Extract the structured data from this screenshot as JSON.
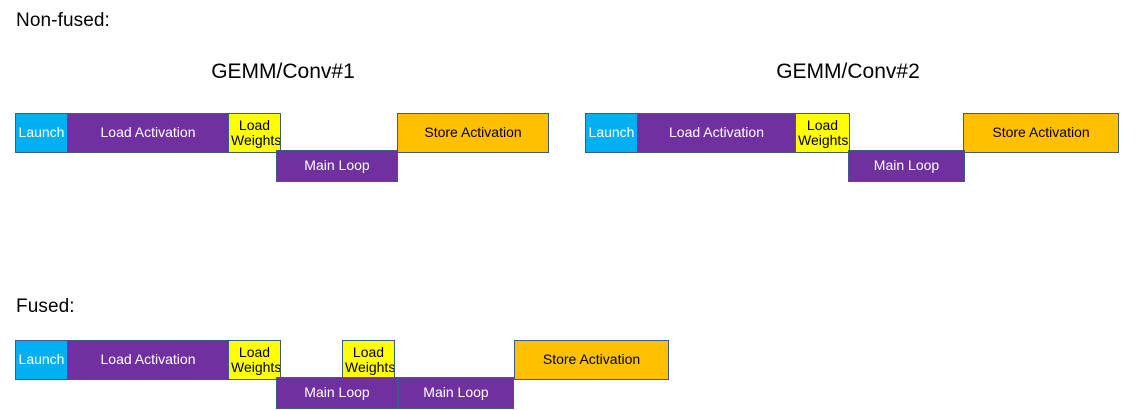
{
  "diagram": {
    "title_colors": {
      "launch": "#00B0F0",
      "purple": "#7030A0",
      "yellow": "#FFFF00",
      "orange": "#FFC000",
      "border": "#3C5A8A",
      "background": "#FFFFFF",
      "text_dark": "#000000",
      "text_light": "#FFFFFF"
    },
    "sections": [
      {
        "label": "Non-fused:",
        "groups": [
          {
            "title": "GEMM/Conv#1"
          },
          {
            "title": "GEMM/Conv#2"
          }
        ]
      },
      {
        "label": "Fused:",
        "groups": []
      }
    ],
    "bars": {
      "nonfused_1": {
        "launch": "Launch",
        "load_activation": "Load Activation",
        "load_weights": "Load\nWeights",
        "load_weights_line1": "Load",
        "load_weights_line2": "Weights",
        "main_loop": "Main Loop",
        "store_activation": "Store Activation"
      },
      "nonfused_2": {
        "launch": "Launch",
        "load_activation": "Load Activation",
        "load_weights_line1": "Load",
        "load_weights_line2": "Weights",
        "main_loop": "Main Loop",
        "store_activation": "Store Activation"
      },
      "fused": {
        "launch": "Launch",
        "load_activation": "Load Activation",
        "load_weights_1_line1": "Load",
        "load_weights_1_line2": "Weights",
        "load_weights_2_line1": "Load",
        "load_weights_2_line2": "Weights",
        "main_loop_1": "Main Loop",
        "main_loop_2": "Main Loop",
        "store_activation": "Store Activation"
      }
    }
  }
}
